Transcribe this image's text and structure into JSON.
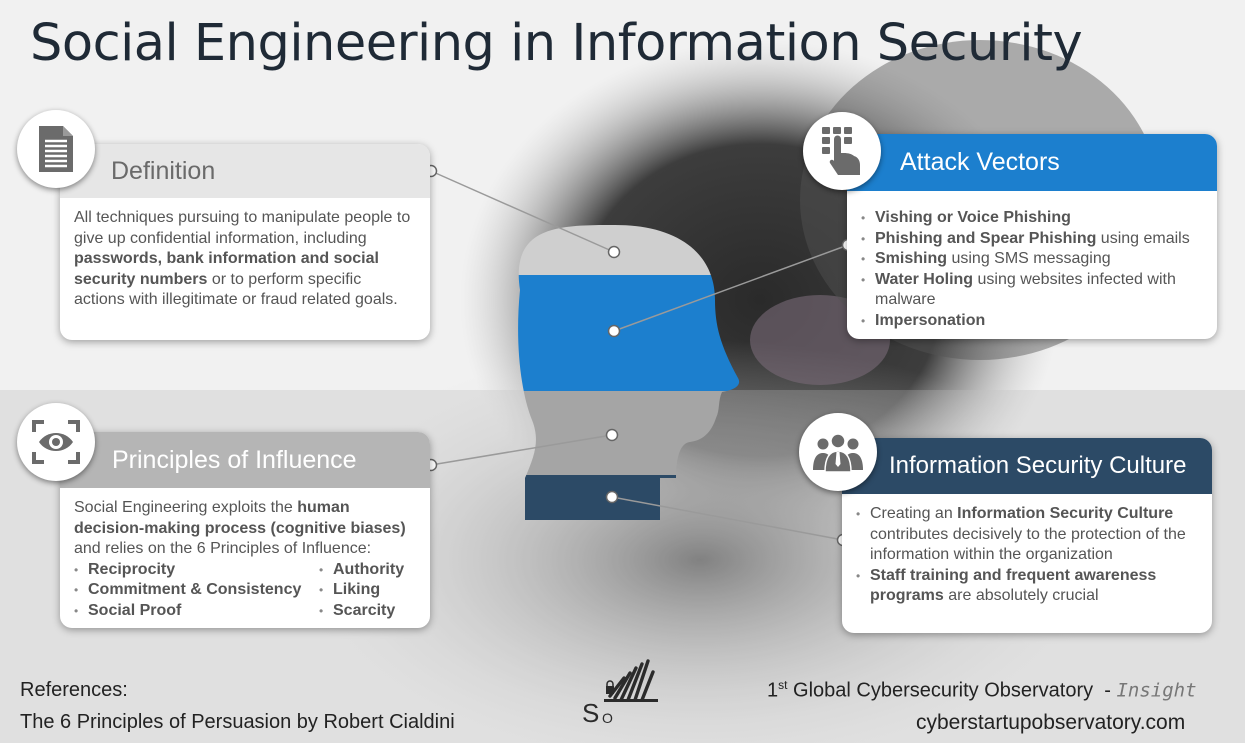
{
  "title": "Social Engineering in Information Security",
  "colors": {
    "blue": "#1c7fce",
    "navy": "#2c4a66",
    "gray_head": "#a5a5a5",
    "light_gray": "#e6e6e6",
    "mid_gray": "#c8c8c8"
  },
  "definition": {
    "icon": "document-icon",
    "heading": "Definition",
    "text_parts": [
      "All techniques pursuing to manipulate people to give up confidential information, including ",
      "passwords, bank information and social security numbers",
      " or to perform specific actions with illegitimate  or fraud related goals."
    ]
  },
  "attack_vectors": {
    "icon": "touch-keypad-icon",
    "heading": "Attack Vectors",
    "items": [
      {
        "bold": "Vishing or Voice Phishing",
        "rest": ""
      },
      {
        "bold": "Phishing and Spear Phishing",
        "rest": " using emails"
      },
      {
        "bold": "Smishing",
        "rest": " using SMS messaging"
      },
      {
        "bold": "Water Holing",
        "rest": " using websites infected with  malware"
      },
      {
        "bold": "Impersonation",
        "rest": ""
      }
    ]
  },
  "principles": {
    "icon": "eye-scan-icon",
    "heading": "Principles of Influence",
    "intro_parts": [
      "Social Engineering exploits the ",
      "human decision-making process (cognitive biases)",
      " and relies on the 6 Principles of Influence:"
    ],
    "left_items": [
      "Reciprocity",
      "Commitment & Consistency",
      "Social Proof"
    ],
    "right_items": [
      "Authority",
      "Liking",
      "Scarcity"
    ]
  },
  "culture": {
    "icon": "team-icon",
    "heading": "Information Security Culture",
    "item1_parts": [
      "Creating an ",
      "Information Security Culture",
      " contributes decisively to the protection of the information within the organization"
    ],
    "item2_parts": [
      "Staff training and frequent awareness programs",
      " are absolutely crucial"
    ]
  },
  "references": {
    "label": "References:",
    "source": "The 6 Principles of Persuasion by Robert Cialdini"
  },
  "logo": {
    "text": "S",
    "sub": "O"
  },
  "footer": {
    "ordinal": "1",
    "ordinal_sup": "st",
    "observatory": " Global Cybersecurity Observatory",
    "dash": "  -",
    "insight": "Insight",
    "website": "cyberstartupobservatory.com"
  }
}
